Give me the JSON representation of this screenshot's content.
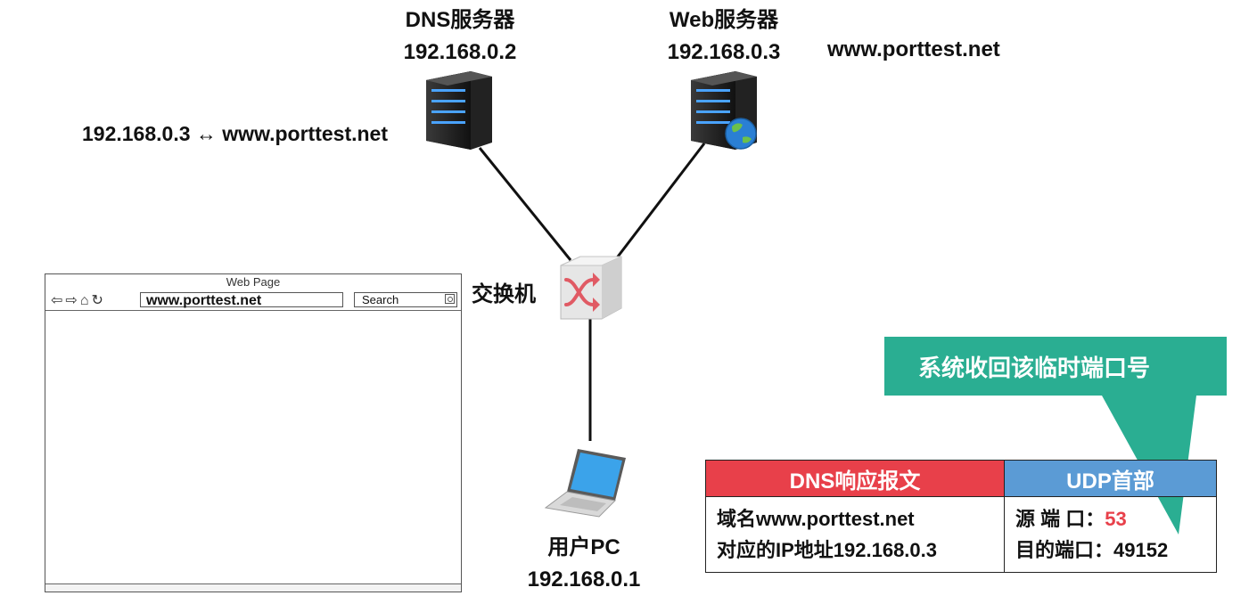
{
  "dns_server": {
    "name": "DNS服务器",
    "ip": "192.168.0.2",
    "mapping": "192.168.0.3 ↔ www.porttest.net"
  },
  "web_server": {
    "name": "Web服务器",
    "ip": "192.168.0.3",
    "domain": "www.porttest.net"
  },
  "switch": {
    "name": "交换机"
  },
  "user_pc": {
    "name": "用户PC",
    "ip": "192.168.0.1"
  },
  "browser": {
    "title": "Web Page",
    "url": "www.porttest.net",
    "search_label": "Search",
    "nav_icons": [
      "back-icon",
      "forward-icon",
      "home-icon",
      "refresh-icon"
    ]
  },
  "callout": {
    "text": "系统收回该临时端口号",
    "color": "#1aa88a"
  },
  "packet": {
    "dns_header": "DNS响应报文",
    "udp_header": "UDP首部",
    "dns_line1": "域名www.porttest.net",
    "dns_line2": "对应的IP地址192.168.0.3",
    "src_port_label": "源 端 口：",
    "src_port_value": "53",
    "dst_port_label": "目的端口：",
    "dst_port_value": "49152",
    "dns_color": "#e8404a",
    "udp_color": "#5b9bd5"
  }
}
